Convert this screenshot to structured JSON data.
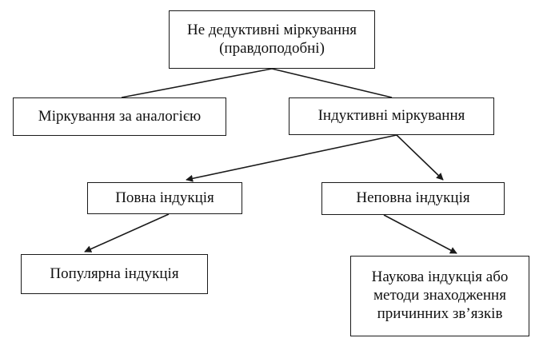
{
  "diagram": {
    "nodes": {
      "root": "Не дедуктивні міркування\n(правдоподобні)",
      "analogy": "Міркування за аналогією",
      "inductive": "Індуктивні міркування",
      "full": "Повна індукція",
      "partial": "Неповна індукція",
      "popular": "Популярна індукція",
      "scientific": "Наукова індукція або\nметоди знаходження\nпричинних зв’язків"
    },
    "edges": [
      {
        "from": "root",
        "to": "analogy",
        "arrow": false
      },
      {
        "from": "root",
        "to": "inductive",
        "arrow": false
      },
      {
        "from": "inductive",
        "to": "full",
        "arrow": true
      },
      {
        "from": "inductive",
        "to": "partial",
        "arrow": true
      },
      {
        "from": "full",
        "to": "popular",
        "arrow": true
      },
      {
        "from": "partial",
        "to": "scientific",
        "arrow": true
      }
    ],
    "line_color": "#1a1a1a"
  }
}
